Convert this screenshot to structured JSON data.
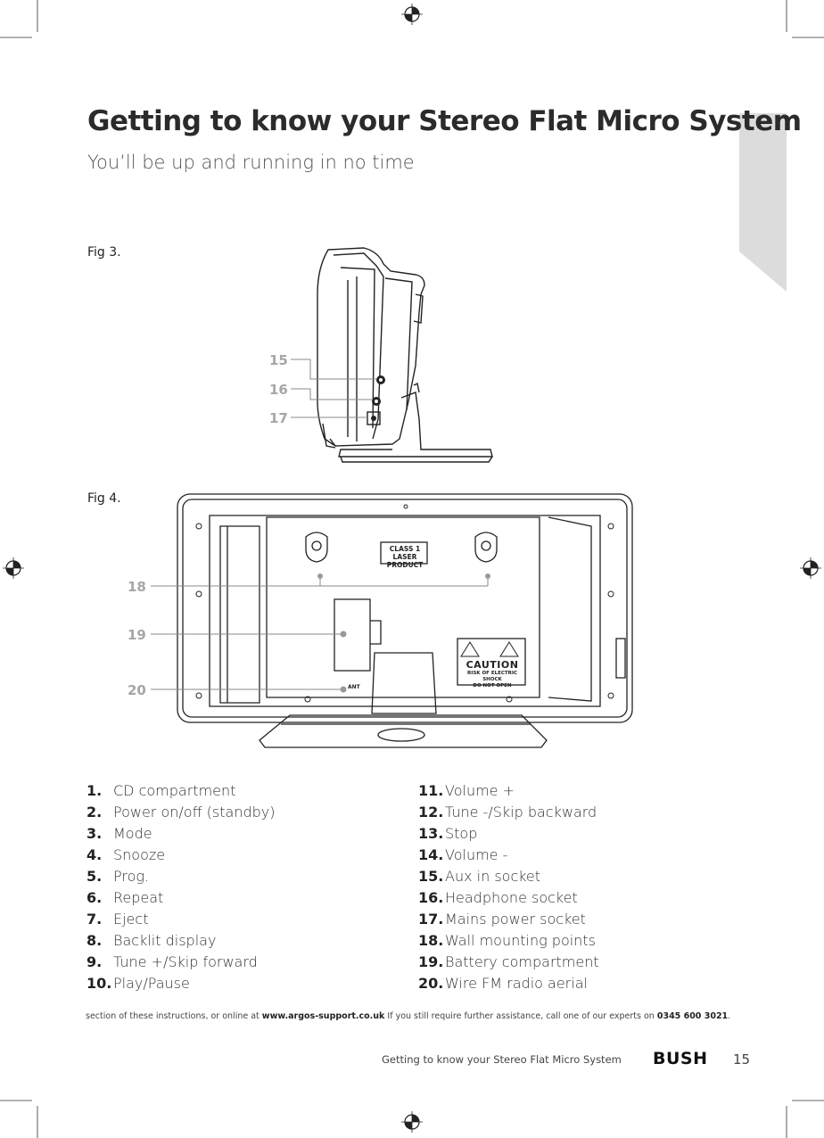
{
  "header": {
    "title": "Getting to know your Stereo Flat Micro System",
    "subtitle": "You’ll be up and running in no time"
  },
  "fig3": {
    "label": "Fig 3.",
    "callouts": [
      "15",
      "16",
      "17"
    ]
  },
  "fig4": {
    "label": "Fig 4.",
    "callouts": [
      "18",
      "19",
      "20"
    ],
    "product_label_line1": "CLASS 1",
    "product_label_line2": "LASER PRODUCT",
    "caution": "CAUTION",
    "caution_sub1": "RISK OF ELECTRIC SHOCK",
    "caution_sub2": "DO NOT OPEN",
    "ant": "ANT"
  },
  "parts_left": [
    {
      "num": "1.",
      "label": "CD compartment"
    },
    {
      "num": "2.",
      "label": "Power on/off (standby)"
    },
    {
      "num": "3.",
      "label": "Mode"
    },
    {
      "num": "4.",
      "label": "Snooze"
    },
    {
      "num": "5.",
      "label": "Prog."
    },
    {
      "num": "6.",
      "label": "Repeat"
    },
    {
      "num": "7.",
      "label": "Eject"
    },
    {
      "num": "8.",
      "label": "Backlit display"
    },
    {
      "num": "9.",
      "label": "Tune +/Skip forward"
    },
    {
      "num": "10.",
      "label": "Play/Pause"
    }
  ],
  "parts_right": [
    {
      "num": "11.",
      "label": "Volume +"
    },
    {
      "num": "12.",
      "label": "Tune -/Skip backward"
    },
    {
      "num": "13.",
      "label": "Stop"
    },
    {
      "num": "14.",
      "label": "Volume -"
    },
    {
      "num": "15.",
      "label": "Aux in socket"
    },
    {
      "num": "16.",
      "label": "Headphone socket"
    },
    {
      "num": "17.",
      "label": "Mains power socket"
    },
    {
      "num": "18.",
      "label": "Wall mounting points"
    },
    {
      "num": "19.",
      "label": "Battery compartment"
    },
    {
      "num": "20.",
      "label": "Wire FM radio aerial"
    }
  ],
  "footnote": {
    "text1": "section of these instructions,  or online at ",
    "url": "www.argos-support.co.uk",
    "text2": " If you still require further assistance, call one of our experts on ",
    "phone": "0345 600 3021",
    "text3": "."
  },
  "footer": {
    "title": "Getting to know your Stereo Flat Micro System",
    "brand": "BUSH",
    "page": "15"
  },
  "colors": {
    "tab": "#dcdcdc",
    "callout": "#a6a6a6"
  },
  "icons": [
    "registration-mark-icon",
    "warning-triangle-icon"
  ]
}
